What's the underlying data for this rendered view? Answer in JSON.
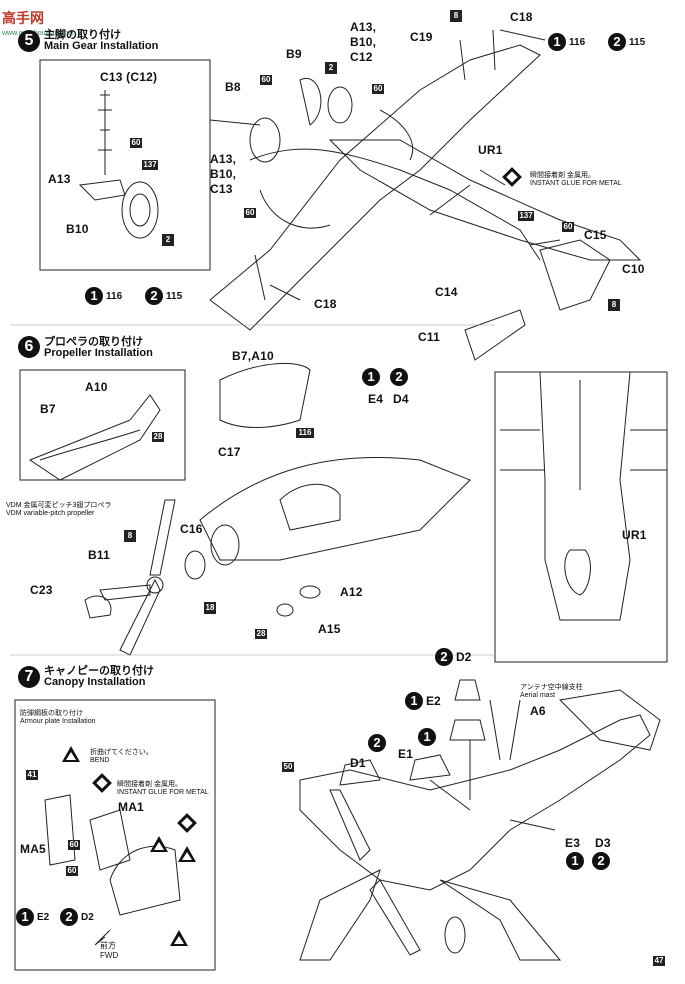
{
  "watermark": {
    "site_chars": "高手网",
    "domain": "www.gaoshouwang.net"
  },
  "sections": [
    {
      "num": "5",
      "title_jp": "主脚の取り付け",
      "title_en": "Main Gear Installation"
    },
    {
      "num": "6",
      "title_jp": "プロペラの取り付け",
      "title_en": "Propeller Installation"
    },
    {
      "num": "7",
      "title_jp": "キャノピーの取り付け",
      "title_en": "Canopy Installation"
    }
  ],
  "s5": {
    "labels": {
      "c18_top": "C18",
      "c19": "C19",
      "a13_list": "A13,",
      "b10_list": "B10,",
      "c12_list": "C12",
      "b9": "B9",
      "b8": "B8",
      "a13_b": "A13,",
      "b10_b": "B10,",
      "c13_b": "C13",
      "c13c12": "C13 (C12)",
      "a13_inset": "A13",
      "b10_inset": "B10",
      "ur1": "UR1",
      "c15": "C15",
      "c10": "C10",
      "c14": "C14",
      "c11": "C11",
      "c18_bottom": "C18"
    },
    "glue_jp": "瞬間接着剤 金属用。",
    "glue_en": "INSTANT GLUE FOR METAL",
    "squares": {
      "s8a": "8",
      "s2": "2",
      "s60a": "60",
      "s60b": "60",
      "s60c": "60",
      "s60d": "60",
      "s60e": "60",
      "s137a": "137",
      "s137b": "137",
      "s2b": "2",
      "s8b": "8"
    },
    "badges": [
      {
        "n": "1",
        "t": "116"
      },
      {
        "n": "2",
        "t": "115"
      },
      {
        "n": "1",
        "t": "116"
      },
      {
        "n": "2",
        "t": "115"
      }
    ]
  },
  "s6": {
    "labels": {
      "b7a10": "B7,A10",
      "a10": "A10",
      "b7": "B7",
      "e4": "E4",
      "d4": "D4",
      "c17": "C17",
      "c16": "C16",
      "b11": "B11",
      "c23": "C23",
      "a12": "A12",
      "a15": "A15",
      "ur1": "UR1"
    },
    "vdm_jp": "VDM 金属可変ピッチ3翅プロペラ",
    "vdm_en": "VDM variable-pitch propeller",
    "squares": {
      "s28a": "28",
      "s116": "116",
      "s8": "8",
      "s18": "18",
      "s28b": "28"
    },
    "badges": [
      {
        "n": "1"
      },
      {
        "n": "2"
      }
    ]
  },
  "s7": {
    "armour_jp": "防弾鋼板の取り付け",
    "armour_en": "Armour plate Installation",
    "bend_jp": "折曲げてください。",
    "bend_en": "BEND",
    "glue_jp": "瞬間接着剤 金属用。",
    "glue_en": "INSTANT GLUE FOR METAL",
    "labels": {
      "ma1": "MA1",
      "ma5": "MA5",
      "e2b": "E2",
      "d2b": "D2",
      "fwd_jp": "前方",
      "fwd_en": "FWD",
      "d2": "D2",
      "e2": "E2",
      "d1": "D1",
      "e1": "E1",
      "a6": "A6",
      "e3": "E3",
      "d3": "D3",
      "aerial_jp": "アンテナ空中線支柱",
      "aerial_en": "Aerial mast"
    },
    "squares": {
      "s41": "41",
      "s60a": "60",
      "s60b": "60",
      "s50": "50",
      "s47": "47"
    }
  },
  "colors": {
    "ink": "#111111",
    "paper": "#ffffff",
    "line": "#333333",
    "watermark_red": "#c0392b",
    "watermark_green": "#2e8b57"
  }
}
